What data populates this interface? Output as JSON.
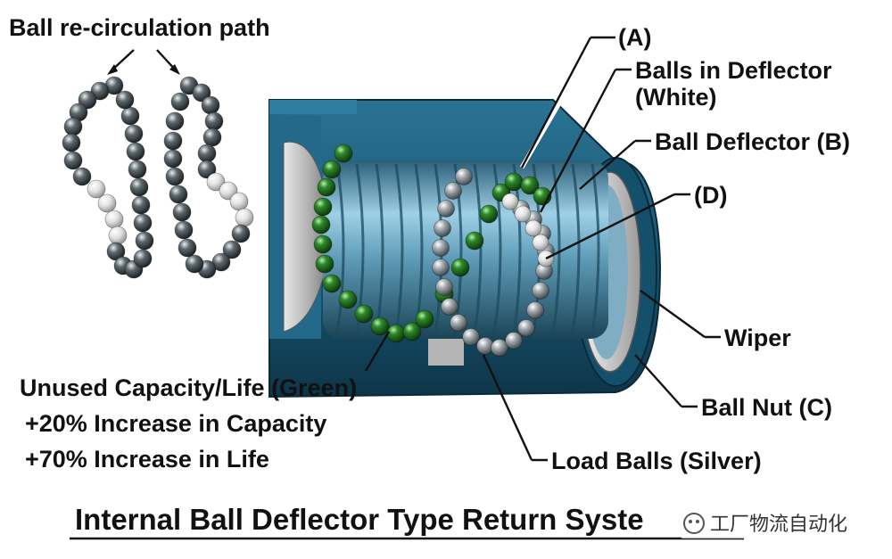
{
  "labels": {
    "recirc_path": "Ball re-circulation path",
    "a": "(A)",
    "balls_in_deflector_1": "Balls in Deflector",
    "balls_in_deflector_2": "(White)",
    "ball_deflector": "Ball Deflector (B)",
    "d": "(D)",
    "wiper": "Wiper",
    "ball_nut": "Ball Nut (C)",
    "load_balls": "Load Balls (Silver)",
    "unused": "Unused Capacity/Life (Green)",
    "capacity": "+20% Increase in Capacity",
    "life": "+70% Increase in Life"
  },
  "title": "Internal Ball Deflector Type Return Syste",
  "watermark": "工厂物流自动化",
  "colors": {
    "nut_body": "#1a5a78",
    "nut_dark": "#0d3346",
    "screw": "#7fb2cc",
    "green_ball": "#1f6b1f",
    "silver_ball": "#8c9499",
    "dark_ball": "#4a5257",
    "white_ball": "#e6e6e6"
  }
}
